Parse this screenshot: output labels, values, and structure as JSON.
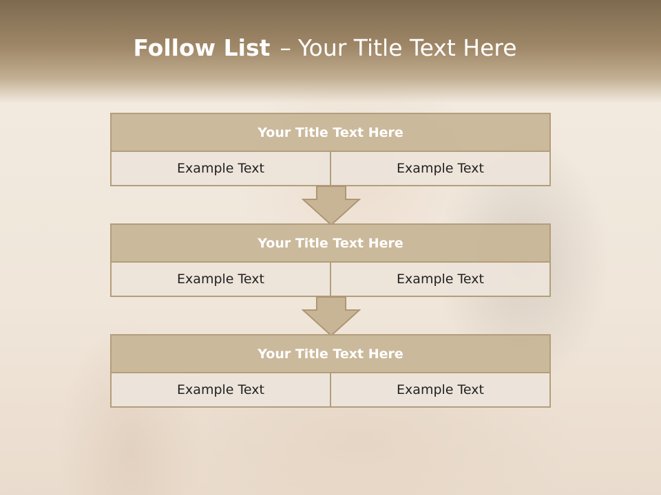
{
  "slide": {
    "title_bold": "Follow List",
    "title_dash": "–",
    "title_rest": "Your Title Text Here"
  },
  "blocks": [
    {
      "title": "Your Title Text Here",
      "cells": [
        "Example Text",
        "Example Text"
      ]
    },
    {
      "title": "Your Title Text Here",
      "cells": [
        "Example Text",
        "Example Text"
      ]
    },
    {
      "title": "Your Title Text Here",
      "cells": [
        "Example Text",
        "Example Text"
      ]
    }
  ],
  "colors": {
    "header_band": "#8f7a5c",
    "block_title_fill": "#c8b596",
    "block_border": "#b39d7b",
    "cell_fill": "#ece4da",
    "arrow_fill": "#c8b596"
  },
  "icons": [
    "down-arrow-icon"
  ]
}
